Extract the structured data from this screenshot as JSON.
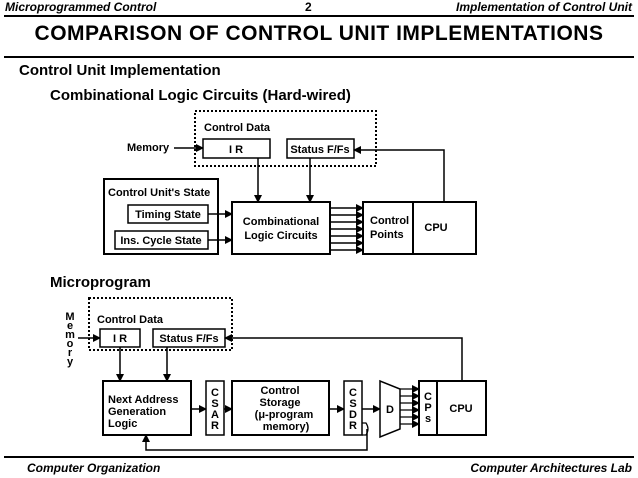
{
  "header": {
    "left": "Microprogrammed Control",
    "page_number": "2",
    "right": "Implementation of Control Unit"
  },
  "title": "COMPARISON  OF  CONTROL  UNIT  IMPLEMENTATIONS",
  "section_heading": "Control Unit Implementation",
  "hardwired": {
    "heading": "Combinational Logic Circuits (Hard-wired)",
    "control_data_label": "Control Data",
    "memory_label": "Memory",
    "ir_label": "I R",
    "status_label": "Status F/Fs",
    "state_group_label": "Control Unit's State",
    "timing_state": "Timing State",
    "cycle_state": "Ins. Cycle State",
    "logic_line1": "Combinational",
    "logic_line2": "Logic Circuits",
    "points_line1": "Control",
    "points_line2": "Points",
    "cpu_label": "CPU"
  },
  "microprogram": {
    "heading": "Microprogram",
    "memory_vertical": [
      "M",
      "e",
      "m",
      "o",
      "r",
      "y"
    ],
    "control_data_label": "Control Data",
    "ir_label": "I R",
    "status_label": "Status F/Fs",
    "nag_line1": "Next Address",
    "nag_line2": "Generation",
    "nag_line3": "Logic",
    "csar_letters": [
      "C",
      "S",
      "A",
      "R"
    ],
    "storage_line1": "Control",
    "storage_line2": "Storage",
    "storage_line3": "(μ-program",
    "storage_line4": "memory)",
    "csdr_letters": [
      "C",
      "S",
      "D",
      "R"
    ],
    "decoder_label": "D",
    "cps_letters": [
      "C",
      "P",
      "s"
    ],
    "cpu_label": "CPU"
  },
  "footer": {
    "left": "Computer Organization",
    "right": "Computer Architectures Lab"
  }
}
